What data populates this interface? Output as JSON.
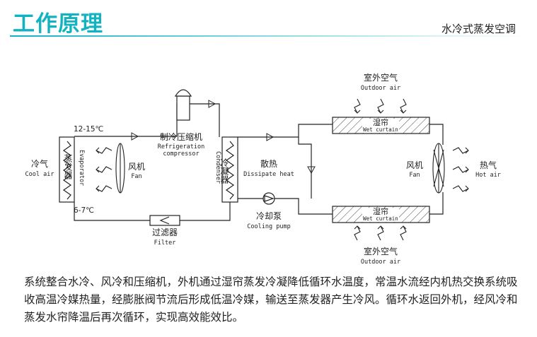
{
  "header": {
    "title": "工作原理",
    "subtitle": "水冷式蒸发空调"
  },
  "diagram": {
    "temp_high": "12-15℃",
    "temp_low": "6-7℃",
    "cool_air_zh": "冷气",
    "cool_air_en": "Cool air",
    "evaporator_zh": "蒸发器",
    "evaporator_en": "Evaporator",
    "fan_left_zh": "风机",
    "fan_left_en": "Fan",
    "compressor_zh": "制冷压缩机",
    "compressor_en_1": "Refrigeration",
    "compressor_en_2": "compressor",
    "condenser_zh": "冷凝器",
    "condenser_en": "Condenser",
    "dissipate_zh": "散热",
    "dissipate_en": "Dissipate heat",
    "filter_zh": "过滤器",
    "filter_en": "Filter",
    "pump_zh": "冷却泵",
    "pump_en": "Cooling pump",
    "outdoor_top_zh": "室外空气",
    "outdoor_top_en": "Outdoor air",
    "wet_top_zh": "湿帘",
    "wet_top_en": "Wet curtain",
    "fan_right_zh": "风机",
    "fan_right_en": "Fan",
    "hot_air_zh": "热气",
    "hot_air_en": "Hot air",
    "wet_bottom_zh": "湿帘",
    "wet_bottom_en": "Wet curtain",
    "outdoor_bottom_zh": "室外空气",
    "outdoor_bottom_en": "Outdoor air"
  },
  "description": "系统整合水冷、风冷和压缩机，外机通过湿帘蒸发冷凝降低循环水温度，常温水流经内机热交换系统吸收高温冷媒热量，经膨胀阀节流后形成低温冷媒，输送至蒸发器产生冷风。循环水返回外机，经风冷和蒸发水帘降温后再次循环，实现高效能效比。"
}
